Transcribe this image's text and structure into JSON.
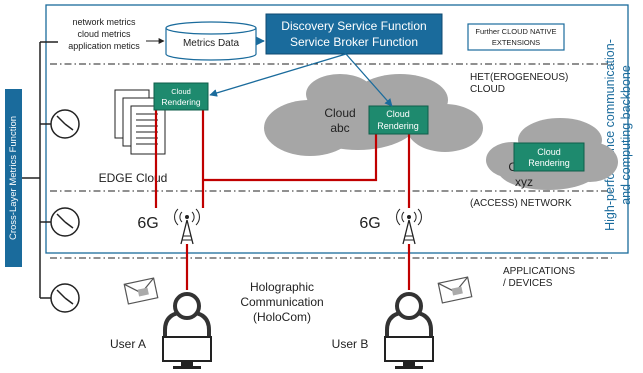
{
  "title_vertical": "Cross-Layer Metrics Function",
  "backbone_label": {
    "line1": "High-performance communication-",
    "line2": "and computing backbone"
  },
  "metrics_list": {
    "network": "network metrics",
    "cloud": "cloud metrics",
    "application": "application metics"
  },
  "metrics_data": "Metrics Data",
  "discovery": {
    "line1": "Discovery Service Function",
    "line2": "Service Broker Function"
  },
  "extensions": {
    "line1": "Further CLOUD NATIVE",
    "line2": "EXTENSIONS"
  },
  "layers": {
    "het_line1": "HET(EROGENEOUS)",
    "het_line2": "CLOUD",
    "access": "(ACCESS) NETWORK",
    "apps_line1": "APPLICATIONS",
    "apps_line2": "/ DEVICES"
  },
  "edge_cloud": "EDGE Cloud",
  "cloud_rendering": {
    "line1": "Cloud",
    "line2": "Rendering"
  },
  "cloud_abc": {
    "line1": "Cloud",
    "line2": "abc"
  },
  "cloud_xyz": {
    "line1": "Cloud",
    "line2": "xyz"
  },
  "network_6g": "6G",
  "holocom": {
    "line1": "Holographic",
    "line2": "Communication",
    "line3": "(HoloCom)"
  },
  "user_a": "User A",
  "user_b": "User B",
  "colors": {
    "primary_blue": "#1a6b9c",
    "teal_green": "#1e8a6e",
    "cloud_gray": "#a6a6a6",
    "link_red": "#c00000"
  },
  "icons": [
    "gauge-icon",
    "server-stack-icon",
    "antenna-icon",
    "envelope-icon",
    "user-icon",
    "monitor-icon"
  ]
}
